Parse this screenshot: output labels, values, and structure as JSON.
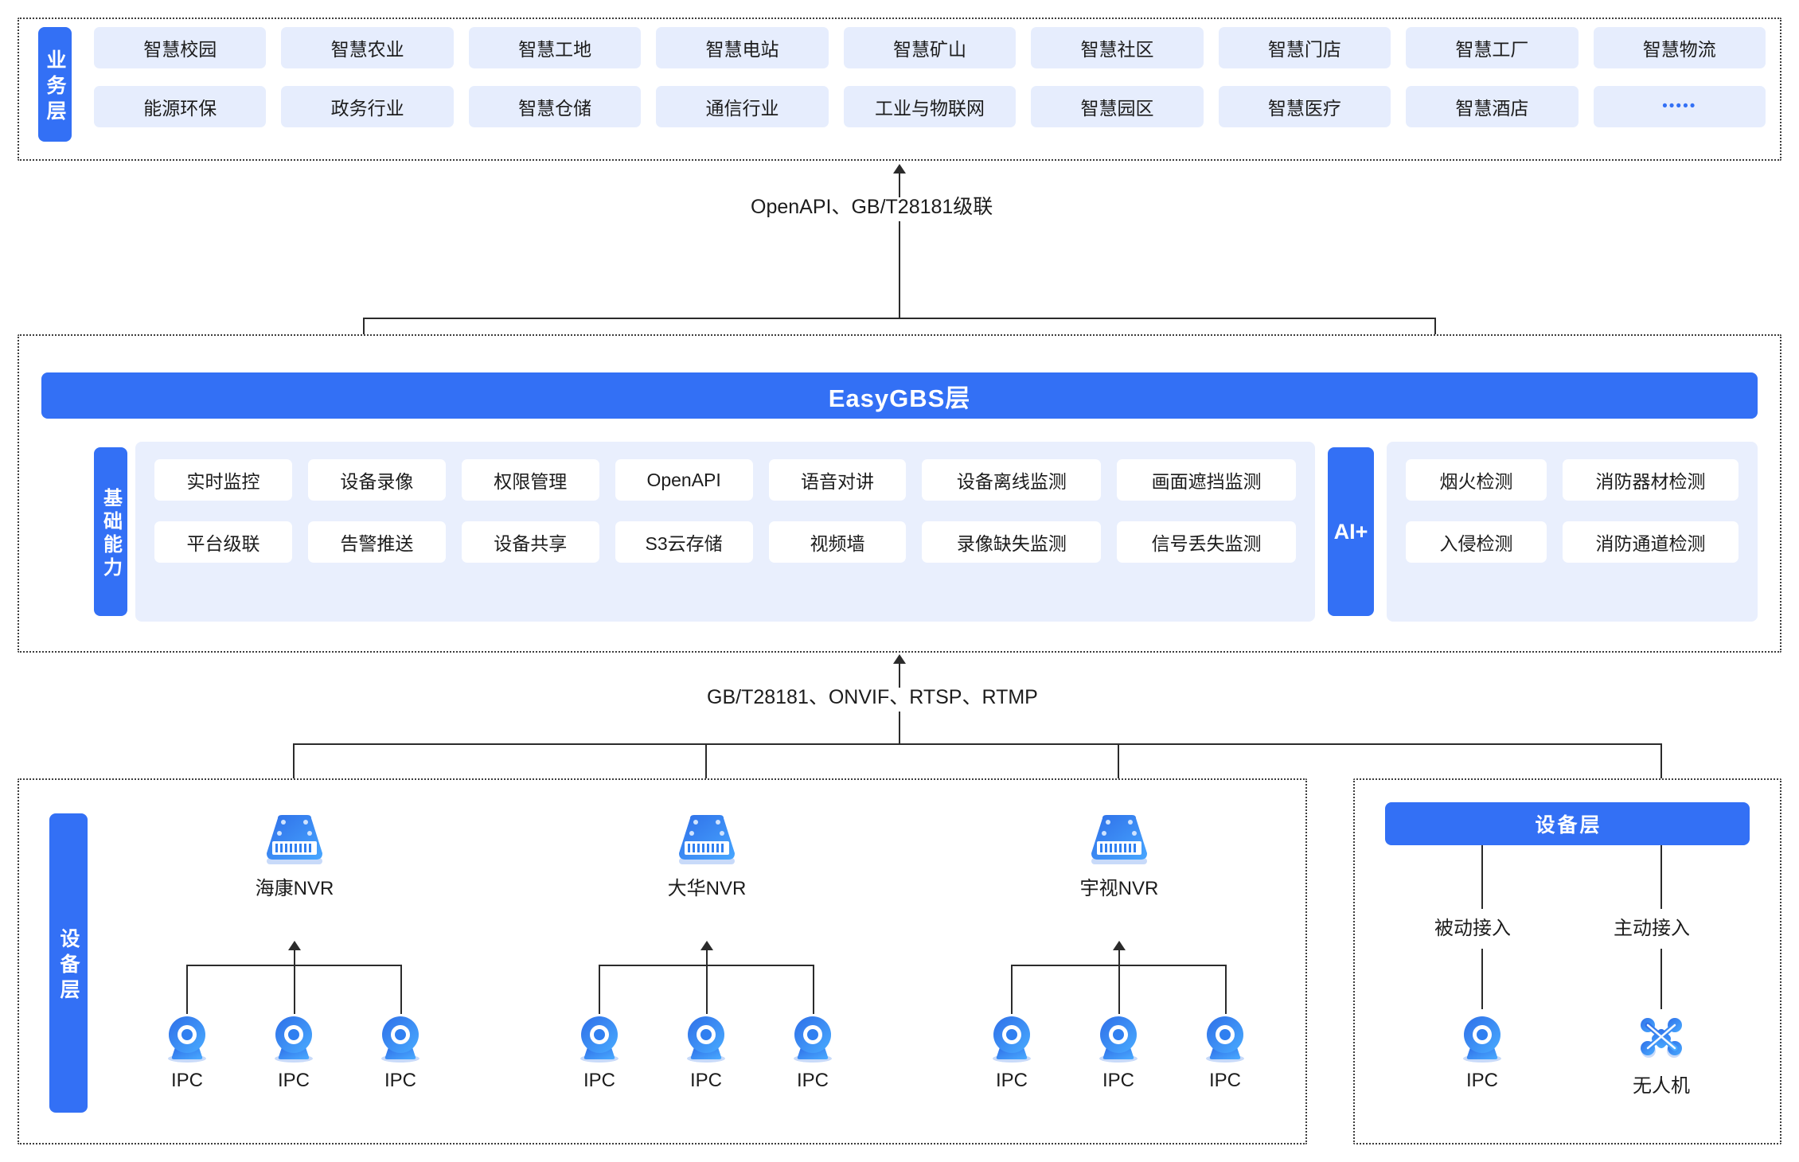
{
  "business_layer": {
    "side_label": "业务层",
    "items": [
      "智慧校园",
      "智慧农业",
      "智慧工地",
      "智慧电站",
      "智慧矿山",
      "智慧社区",
      "智慧门店",
      "智慧工厂",
      "智慧物流",
      "能源环保",
      "政务行业",
      "智慧仓储",
      "通信行业",
      "工业与物联网",
      "智慧园区",
      "智慧医疗",
      "智慧酒店",
      "•••••"
    ]
  },
  "connector_top": {
    "label": "OpenAPI、GB/T28181级联"
  },
  "gbs_layer": {
    "title": "EasyGBS层",
    "basic_side_label": "基础能力",
    "basic_items": [
      "实时监控",
      "设备录像",
      "权限管理",
      "OpenAPI",
      "语音对讲",
      "设备离线监测",
      "画面遮挡监测",
      "平台级联",
      "告警推送",
      "设备共享",
      "S3云存储",
      "视频墙",
      "录像缺失监测",
      "信号丢失监测"
    ],
    "ai_side_label": "AI+",
    "ai_items": [
      "烟火检测",
      "消防器材检测",
      "入侵检测",
      "消防通道检测"
    ]
  },
  "connector_bottom": {
    "label": "GB/T28181、ONVIF、RTSP、RTMP"
  },
  "device_layer_left": {
    "side_label": "设备层",
    "nvr_groups": [
      {
        "nvr_label": "海康NVR",
        "icon": "nvr-icon",
        "cameras": [
          {
            "label": "IPC",
            "icon": "ipc-camera-icon"
          },
          {
            "label": "IPC",
            "icon": "ipc-camera-icon"
          },
          {
            "label": "IPC",
            "icon": "ipc-camera-icon"
          }
        ]
      },
      {
        "nvr_label": "大华NVR",
        "icon": "nvr-icon",
        "cameras": [
          {
            "label": "IPC",
            "icon": "ipc-camera-icon"
          },
          {
            "label": "IPC",
            "icon": "ipc-camera-icon"
          },
          {
            "label": "IPC",
            "icon": "ipc-camera-icon"
          }
        ]
      },
      {
        "nvr_label": "宇视NVR",
        "icon": "nvr-icon",
        "cameras": [
          {
            "label": "IPC",
            "icon": "ipc-camera-icon"
          },
          {
            "label": "IPC",
            "icon": "ipc-camera-icon"
          },
          {
            "label": "IPC",
            "icon": "ipc-camera-icon"
          }
        ]
      }
    ]
  },
  "device_layer_right": {
    "title": "设备层",
    "branches": [
      {
        "access_label": "被动接入",
        "device_label": "IPC",
        "icon": "ipc-camera-icon"
      },
      {
        "access_label": "主动接入",
        "device_label": "无人机",
        "icon": "drone-icon"
      }
    ]
  },
  "colors": {
    "brand_blue": "#3370f5",
    "chip_bg": "#e6edfd",
    "panel_bg": "#e9effd",
    "line": "#2b2b2b",
    "text": "#1c1c1c"
  }
}
